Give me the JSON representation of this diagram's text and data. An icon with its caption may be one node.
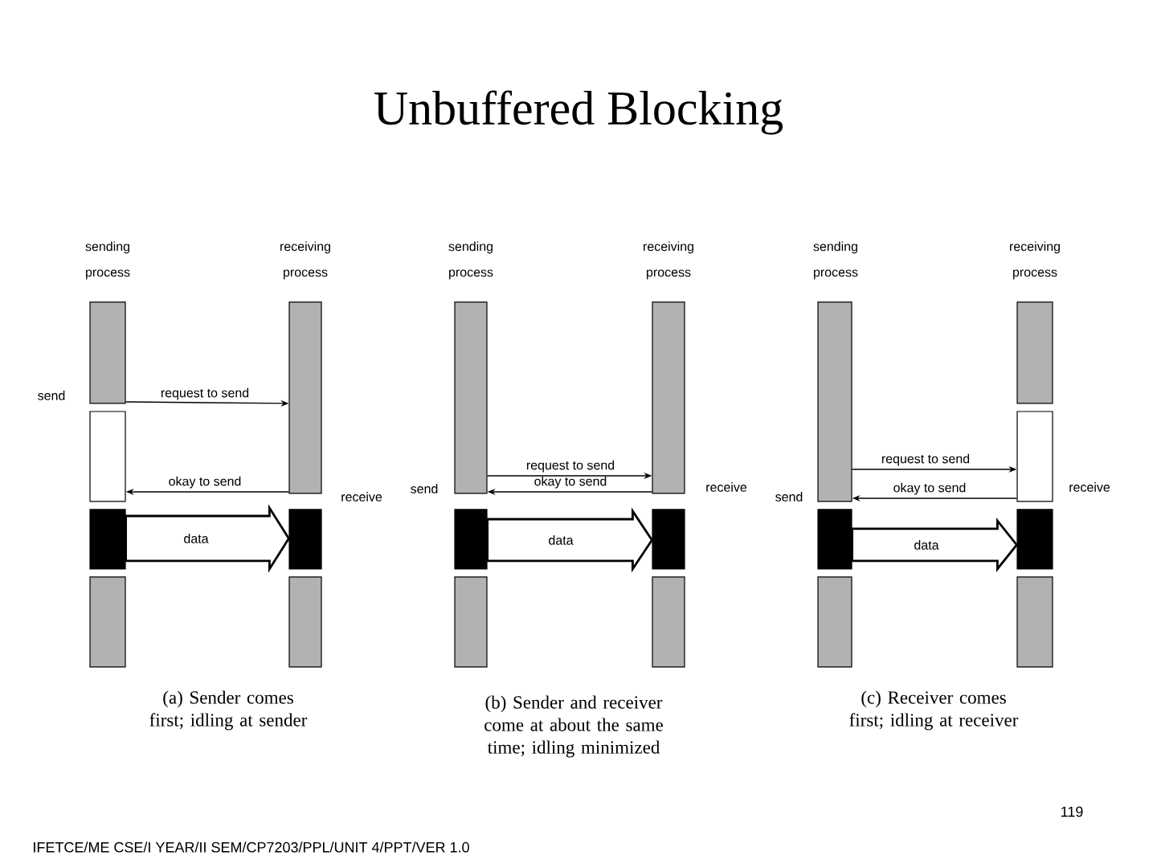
{
  "diagram": {
    "title": "Unbuffered Blocking",
    "nodes": [
      {
        "text": [],
        "shape": "bar"
      },
      {
        "text": [],
        "shape": "bar"
      },
      {
        "text": [],
        "shape": "bar"
      },
      {
        "text": [],
        "shape": "bar"
      },
      {
        "text": [],
        "shape": "bar"
      },
      {
        "text": [],
        "shape": "bar"
      },
      {
        "text": [],
        "shape": "bar"
      },
      {
        "text": [],
        "shape": "bar"
      },
      {
        "text": [],
        "shape": "bar"
      },
      {
        "text": [],
        "shape": "bar"
      },
      {
        "text": [],
        "shape": "bar"
      },
      {
        "text": [],
        "shape": "bar"
      },
      {
        "text": [],
        "shape": "bar"
      },
      {
        "text": [],
        "shape": "bar"
      },
      {
        "text": [],
        "shape": "bar"
      },
      {
        "text": [],
        "shape": "bar"
      },
      {
        "text": [],
        "shape": "bar"
      },
      {
        "text": [],
        "shape": "bar"
      },
      {
        "text": [],
        "shape": "bar"
      },
      {
        "text": [],
        "shape": "bar"
      }
    ],
    "edges": [
      {
        "from": 0,
        "to": 4,
        "arrow": "to",
        "label": "request to send"
      },
      {
        "from": 4,
        "to": 1,
        "arrow": "to",
        "label": "okay to send"
      },
      {
        "from": 2,
        "to": 5,
        "arrow": "to",
        "label": "data",
        "style": "thick"
      },
      {
        "from": 7,
        "to": 10,
        "arrow": "to",
        "label": "request to send"
      },
      {
        "from": 10,
        "to": 7,
        "arrow": "to",
        "label": "okay to send"
      },
      {
        "from": 8,
        "to": 11,
        "arrow": "to",
        "label": "data",
        "style": "thick"
      },
      {
        "from": 13,
        "to": 17,
        "arrow": "to",
        "label": "request to send"
      },
      {
        "from": 17,
        "to": 13,
        "arrow": "to",
        "label": "okay to send"
      },
      {
        "from": 14,
        "to": 18,
        "arrow": "to",
        "label": "data",
        "style": "thick"
      }
    ],
    "labels": [
      "sending process",
      "receiving process",
      "sending process",
      "receiving process",
      "sending process",
      "receiving process",
      "send",
      "receive",
      "send",
      "receive",
      "send",
      "receive",
      "(a) Sender comes first; idling at sender",
      "(b) Sender and receiver come at about the same time; idling minimized",
      "(c) Receiver comes first; idling at receiver",
      "119",
      "IFETCE/ME CSE/I YEAR/II SEM/CP7203/PPL/UNIT 4/PPT/VER 1.0"
    ]
  }
}
